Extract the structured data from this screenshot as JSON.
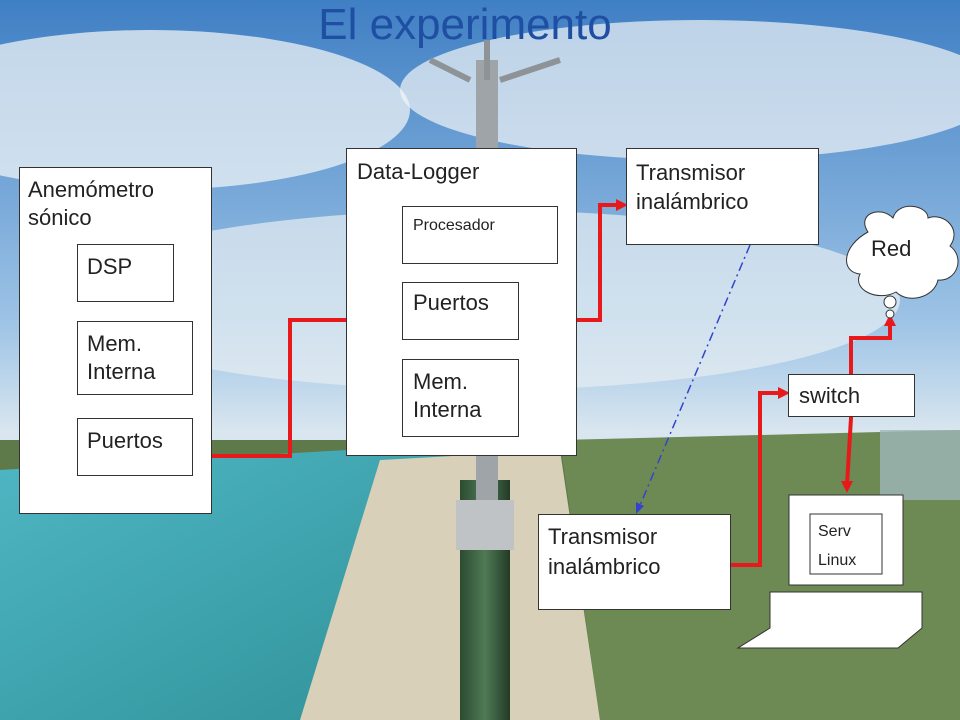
{
  "title": "El experimento",
  "anemometro": {
    "title_line1": "Anemómetro",
    "title_line2": "sónico",
    "dsp": "DSP",
    "mem_line1": "Mem.",
    "mem_line2": "Interna",
    "puertos": "Puertos"
  },
  "datalogger": {
    "title": "Data-Logger",
    "procesador": "Procesador",
    "puertos": "Puertos",
    "mem_line1": "Mem.",
    "mem_line2": "Interna"
  },
  "transmisor_top": {
    "line1": "Transmisor",
    "line2": "inalámbrico"
  },
  "transmisor_bottom": {
    "line1": "Transmisor",
    "line2": "inalámbrico"
  },
  "red": "Red",
  "switch": "switch",
  "server": {
    "line1": "Serv",
    "line2": "Linux"
  },
  "colors": {
    "title": "#1f4fa3",
    "link": "#e8191a",
    "wireless": "#3344cc"
  }
}
